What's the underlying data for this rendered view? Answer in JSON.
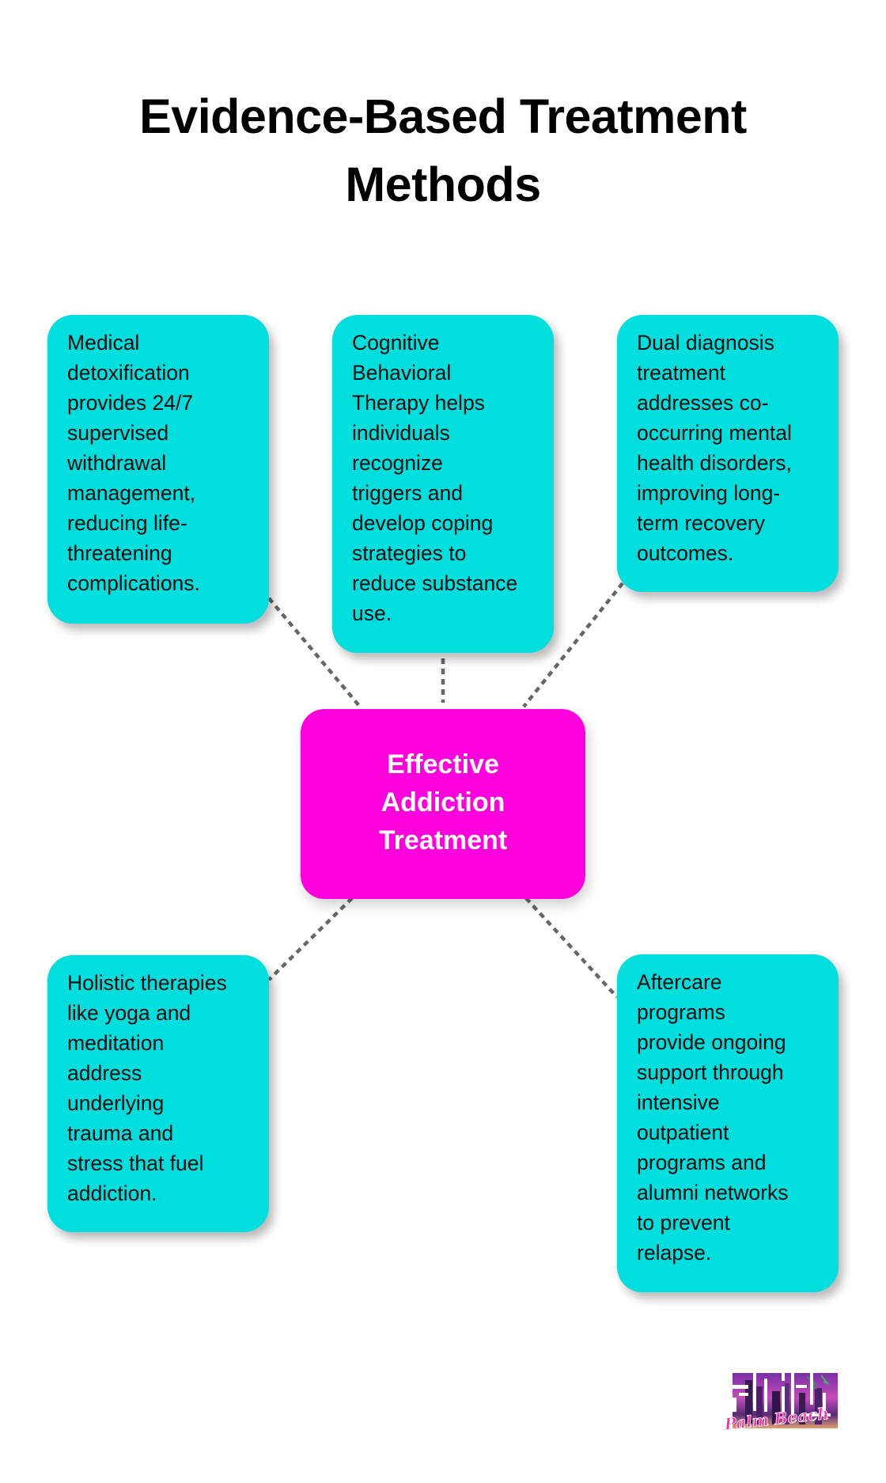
{
  "title": {
    "lines": [
      "Evidence-Based Treatment",
      "Methods"
    ]
  },
  "colors": {
    "node_fill": "#00DEDE",
    "center_fill": "#FF00DD",
    "connector": "#666666",
    "text": "#000000",
    "center_text": "#FFFFFF"
  },
  "center": {
    "lines": [
      "Effective",
      "Addiction",
      "Treatment"
    ]
  },
  "nodes": [
    {
      "lines": [
        "Medical",
        "detoxification",
        "provides 24/7",
        "supervised",
        "withdrawal",
        "management,",
        "reducing life-",
        "threatening",
        "complications."
      ]
    },
    {
      "lines": [
        "Cognitive",
        "Behavioral",
        "Therapy helps",
        "individuals",
        "recognize",
        "triggers and",
        "develop coping",
        "strategies to",
        "reduce substance",
        "use."
      ]
    },
    {
      "lines": [
        "Dual diagnosis",
        "treatment",
        "addresses co-",
        "occurring mental",
        "health disorders,",
        "improving long-",
        "term recovery",
        "outcomes."
      ]
    },
    {
      "lines": [
        "Holistic therapies",
        "like yoga and",
        "meditation",
        "address",
        "underlying",
        "trauma and",
        "stress that fuel",
        "addiction."
      ]
    },
    {
      "lines": [
        "Aftercare",
        "programs",
        "provide ongoing",
        "support through",
        "intensive",
        "outpatient",
        "programs and",
        "alumni networks",
        "to prevent",
        "relapse."
      ]
    }
  ],
  "logo": {
    "brand": "amity",
    "tagline": "Palm Beach"
  }
}
